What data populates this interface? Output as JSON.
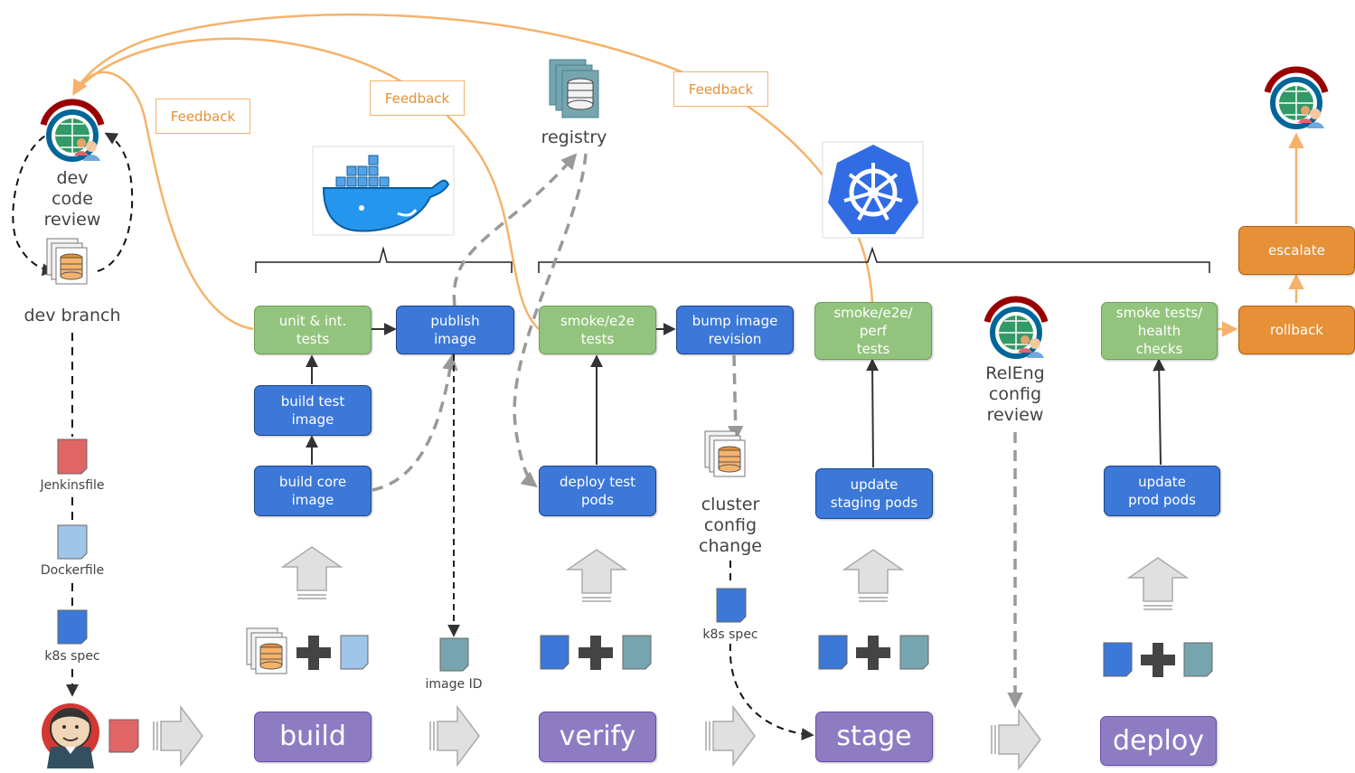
{
  "feedback": [
    "Feedback",
    "Feedback",
    "Feedback"
  ],
  "labels": {
    "dev_code_review": "dev\ncode\nreview",
    "dev_branch": "dev branch",
    "registry": "registry",
    "jenkinsfile": "Jenkinsfile",
    "dockerfile": "Dockerfile",
    "k8s_spec_left": "k8s spec",
    "image_id": "image ID",
    "cluster_config_change": "cluster\nconfig\nchange",
    "k8s_spec_mid": "k8s spec",
    "releng_review": "RelEng\nconfig\nreview"
  },
  "boxes": {
    "unit_int_tests": "unit & int.\ntests",
    "publish_image": "publish\nimage",
    "build_test_image": "build test\nimage",
    "build_core_image": "build core\nimage",
    "smoke_e2e_tests": "smoke/e2e\ntests",
    "bump_image_revision": "bump image\nrevision",
    "deploy_test_pods": "deploy test\npods",
    "smoke_e2e_perf_tests": "smoke/e2e/\nperf\ntests",
    "update_staging_pods": "update\nstaging pods",
    "smoke_health_checks": "smoke tests/\nhealth\nchecks",
    "update_prod_pods": "update\nprod pods",
    "escalate": "escalate",
    "rollback": "rollback"
  },
  "stages": [
    "build",
    "verify",
    "stage",
    "deploy"
  ],
  "colors": {
    "green": "#93c47d",
    "blue": "#3c78d8",
    "purple": "#8e7cc3",
    "orange": "#e69138",
    "red_doc": "#e06666",
    "lightblue_doc": "#9fc5e8",
    "teal_doc": "#76a5af",
    "feedback_line": "#f6b26b"
  },
  "icons": [
    "wikimedia-logo-icon",
    "docker-logo-icon",
    "kubernetes-logo-icon",
    "jenkins-logo-icon",
    "database-stack-icon",
    "document-icon",
    "plus-icon",
    "up-arrow-icon",
    "right-arrow-icon"
  ]
}
